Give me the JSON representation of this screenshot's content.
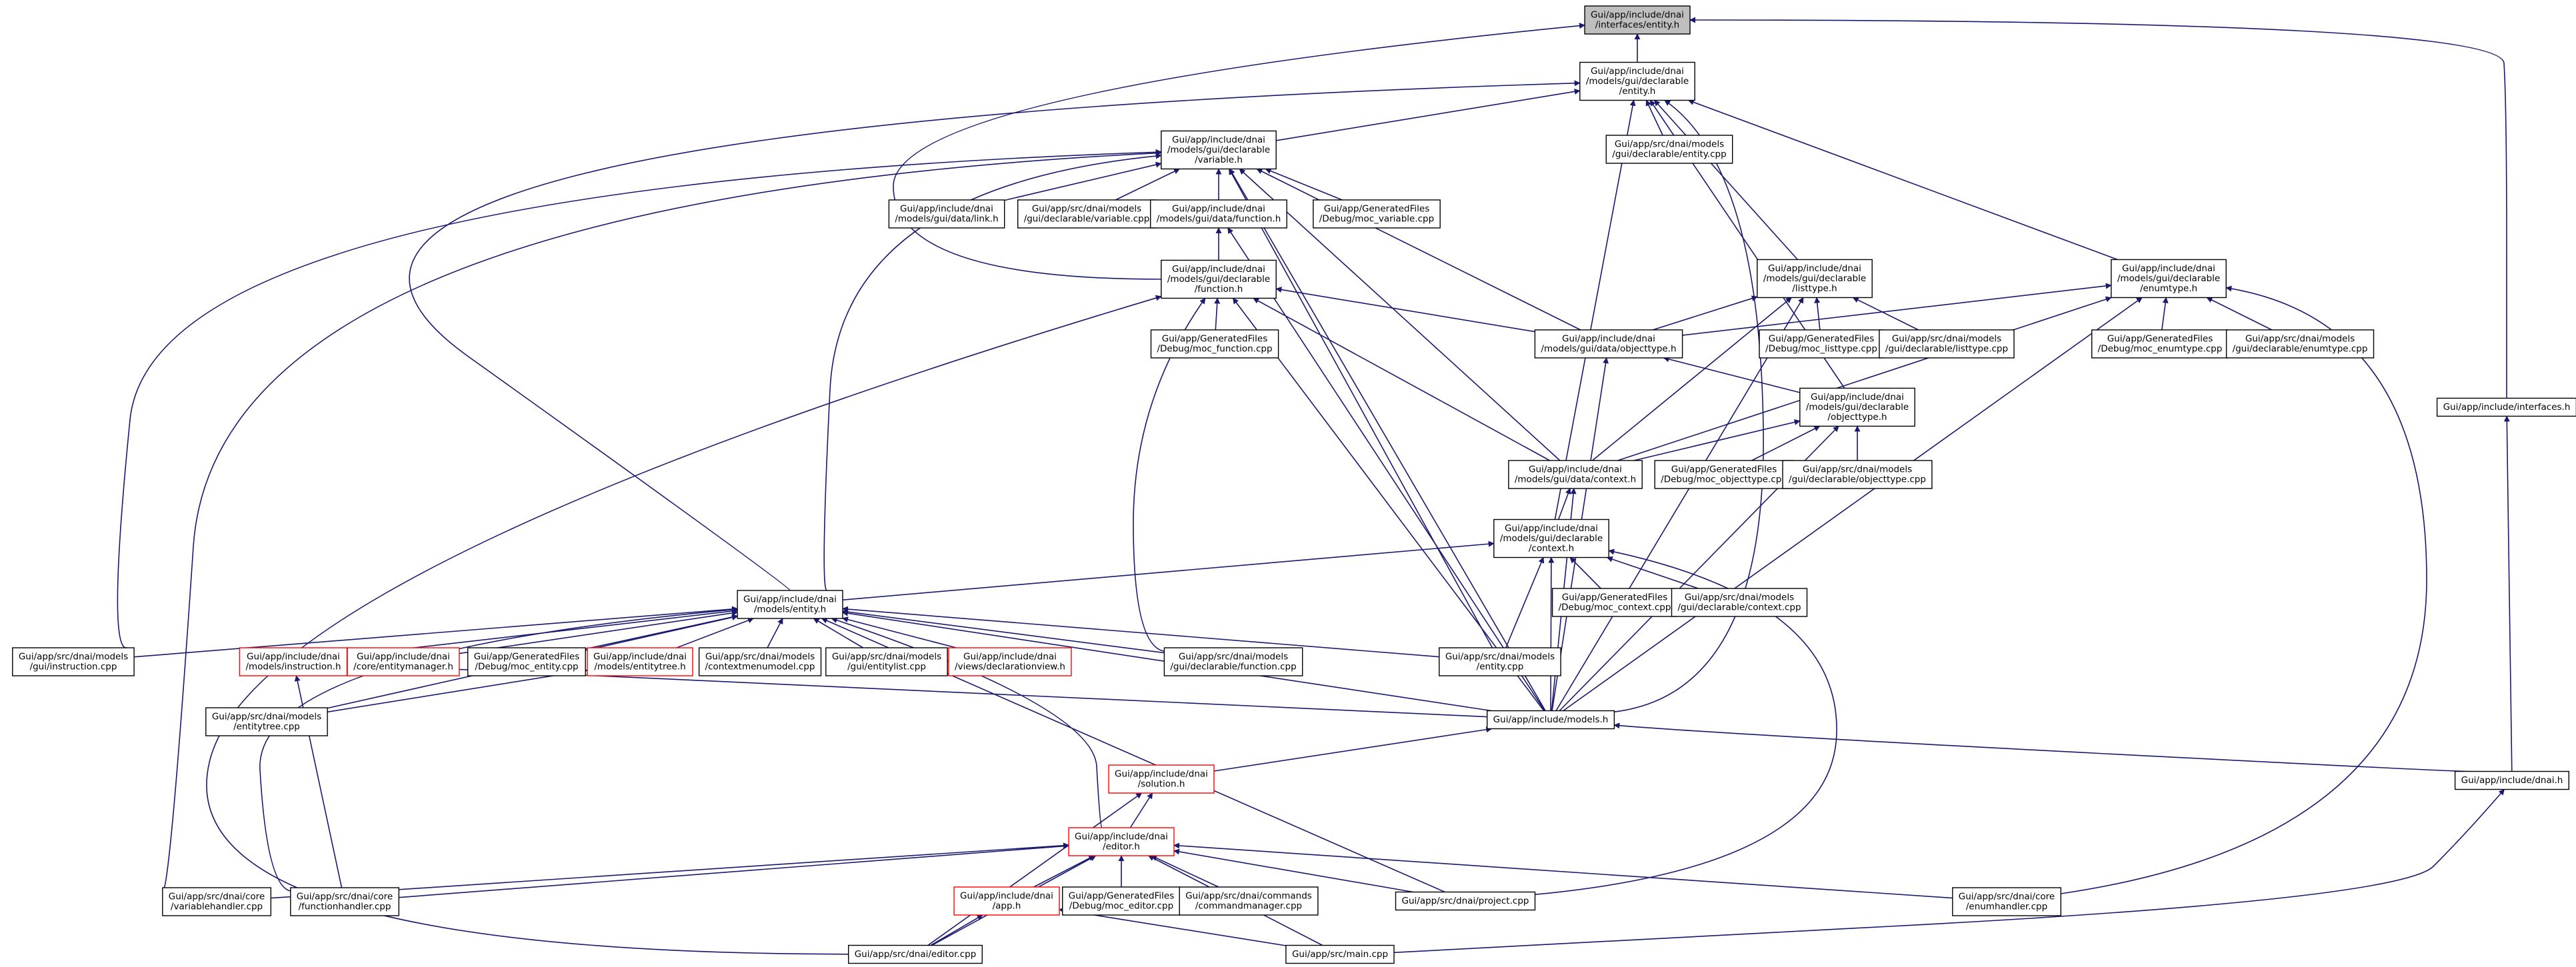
{
  "nodes": [
    {
      "id": "root",
      "lines": [
        "Gui/app/include/dnai",
        "/interfaces/entity.h"
      ],
      "style": "root"
    },
    {
      "id": "m_entity_h",
      "lines": [
        "Gui/app/include/dnai",
        "/models/gui/declarable",
        "/entity.h"
      ],
      "style": "normal"
    },
    {
      "id": "c_decl_entity",
      "lines": [
        "Gui/app/src/dnai/models",
        "/gui/declarable/entity.cpp"
      ],
      "style": "normal"
    },
    {
      "id": "variable_h",
      "lines": [
        "Gui/app/include/dnai",
        "/models/gui/declarable",
        "/variable.h"
      ],
      "style": "normal"
    },
    {
      "id": "link_h",
      "lines": [
        "Gui/app/include/dnai",
        "/models/gui/data/link.h"
      ],
      "style": "normal"
    },
    {
      "id": "variable_cpp",
      "lines": [
        "Gui/app/src/dnai/models",
        "/gui/declarable/variable.cpp"
      ],
      "style": "normal"
    },
    {
      "id": "data_function_h",
      "lines": [
        "Gui/app/include/dnai",
        "/models/gui/data/function.h"
      ],
      "style": "normal"
    },
    {
      "id": "moc_variable",
      "lines": [
        "Gui/app/GeneratedFiles",
        "/Debug/moc_variable.cpp"
      ],
      "style": "normal"
    },
    {
      "id": "function_h",
      "lines": [
        "Gui/app/include/dnai",
        "/models/gui/declarable",
        "/function.h"
      ],
      "style": "normal"
    },
    {
      "id": "moc_function",
      "lines": [
        "Gui/app/GeneratedFiles",
        "/Debug/moc_function.cpp"
      ],
      "style": "normal"
    },
    {
      "id": "listtype_h",
      "lines": [
        "Gui/app/include/dnai",
        "/models/gui/declarable",
        "/listtype.h"
      ],
      "style": "normal"
    },
    {
      "id": "enumtype_h",
      "lines": [
        "Gui/app/include/dnai",
        "/models/gui/declarable",
        "/enumtype.h"
      ],
      "style": "normal"
    },
    {
      "id": "objecttype_data_h",
      "lines": [
        "Gui/app/include/dnai",
        "/models/gui/data/objecttype.h"
      ],
      "style": "normal"
    },
    {
      "id": "moc_listtype",
      "lines": [
        "Gui/app/GeneratedFiles",
        "/Debug/moc_listtype.cpp"
      ],
      "style": "normal"
    },
    {
      "id": "listtype_cpp",
      "lines": [
        "Gui/app/src/dnai/models",
        "/gui/declarable/listtype.cpp"
      ],
      "style": "normal"
    },
    {
      "id": "moc_enumtype",
      "lines": [
        "Gui/app/GeneratedFiles",
        "/Debug/moc_enumtype.cpp"
      ],
      "style": "normal"
    },
    {
      "id": "enumtype_cpp",
      "lines": [
        "Gui/app/src/dnai/models",
        "/gui/declarable/enumtype.cpp"
      ],
      "style": "normal"
    },
    {
      "id": "interfaces_h",
      "lines": [
        "Gui/app/include/interfaces.h"
      ],
      "style": "normal"
    },
    {
      "id": "objecttype_decl_h",
      "lines": [
        "Gui/app/include/dnai",
        "/models/gui/declarable",
        "/objecttype.h"
      ],
      "style": "normal"
    },
    {
      "id": "data_context_h",
      "lines": [
        "Gui/app/include/dnai",
        "/models/gui/data/context.h"
      ],
      "style": "normal"
    },
    {
      "id": "moc_objecttype",
      "lines": [
        "Gui/app/GeneratedFiles",
        "/Debug/moc_objecttype.cpp"
      ],
      "style": "normal"
    },
    {
      "id": "objecttype_cpp",
      "lines": [
        "Gui/app/src/dnai/models",
        "/gui/declarable/objecttype.cpp"
      ],
      "style": "normal"
    },
    {
      "id": "context_h",
      "lines": [
        "Gui/app/include/dnai",
        "/models/gui/declarable",
        "/context.h"
      ],
      "style": "normal"
    },
    {
      "id": "moc_context",
      "lines": [
        "Gui/app/GeneratedFiles",
        "/Debug/moc_context.cpp"
      ],
      "style": "normal"
    },
    {
      "id": "context_cpp",
      "lines": [
        "Gui/app/src/dnai/models",
        "/gui/declarable/context.cpp"
      ],
      "style": "normal"
    },
    {
      "id": "models_entity_h",
      "lines": [
        "Gui/app/include/dnai",
        "/models/entity.h"
      ],
      "style": "normal"
    },
    {
      "id": "instruction_cpp",
      "lines": [
        "Gui/app/src/dnai/models",
        "/gui/instruction.cpp"
      ],
      "style": "normal"
    },
    {
      "id": "instruction_h",
      "lines": [
        "Gui/app/include/dnai",
        "/models/instruction.h"
      ],
      "style": "red"
    },
    {
      "id": "entitymanager_h",
      "lines": [
        "Gui/app/include/dnai",
        "/core/entitymanager.h"
      ],
      "style": "red"
    },
    {
      "id": "moc_entity",
      "lines": [
        "Gui/app/GeneratedFiles",
        "/Debug/moc_entity.cpp"
      ],
      "style": "normal"
    },
    {
      "id": "entitytree_h",
      "lines": [
        "Gui/app/include/dnai",
        "/models/entitytree.h"
      ],
      "style": "red"
    },
    {
      "id": "contextmenumodel",
      "lines": [
        "Gui/app/src/dnai/models",
        "/contextmenumodel.cpp"
      ],
      "style": "normal"
    },
    {
      "id": "entitylist_cpp",
      "lines": [
        "Gui/app/src/dnai/models",
        "/gui/entitylist.cpp"
      ],
      "style": "normal"
    },
    {
      "id": "declarationview_h",
      "lines": [
        "Gui/app/include/dnai",
        "/views/declarationview.h"
      ],
      "style": "red"
    },
    {
      "id": "decl_function_cpp",
      "lines": [
        "Gui/app/src/dnai/models",
        "/gui/declarable/function.cpp"
      ],
      "style": "normal"
    },
    {
      "id": "entity_cpp",
      "lines": [
        "Gui/app/src/dnai/models",
        "/entity.cpp"
      ],
      "style": "normal"
    },
    {
      "id": "entitytree_cpp",
      "lines": [
        "Gui/app/src/dnai/models",
        "/entitytree.cpp"
      ],
      "style": "normal"
    },
    {
      "id": "models_h",
      "lines": [
        "Gui/app/include/models.h"
      ],
      "style": "normal"
    },
    {
      "id": "solution_h",
      "lines": [
        "Gui/app/include/dnai",
        "/solution.h"
      ],
      "style": "red"
    },
    {
      "id": "dnai_h",
      "lines": [
        "Gui/app/include/dnai.h"
      ],
      "style": "normal"
    },
    {
      "id": "editor_h",
      "lines": [
        "Gui/app/include/dnai",
        "/editor.h"
      ],
      "style": "red"
    },
    {
      "id": "variablehandler",
      "lines": [
        "Gui/app/src/dnai/core",
        "/variablehandler.cpp"
      ],
      "style": "normal"
    },
    {
      "id": "functionhandler",
      "lines": [
        "Gui/app/src/dnai/core",
        "/functionhandler.cpp"
      ],
      "style": "normal"
    },
    {
      "id": "app_h",
      "lines": [
        "Gui/app/include/dnai",
        "/app.h"
      ],
      "style": "red"
    },
    {
      "id": "moc_editor",
      "lines": [
        "Gui/app/GeneratedFiles",
        "/Debug/moc_editor.cpp"
      ],
      "style": "normal"
    },
    {
      "id": "commandmanager",
      "lines": [
        "Gui/app/src/dnai/commands",
        "/commandmanager.cpp"
      ],
      "style": "normal"
    },
    {
      "id": "project_cpp",
      "lines": [
        "Gui/app/src/dnai/project.cpp"
      ],
      "style": "normal"
    },
    {
      "id": "enumhandler",
      "lines": [
        "Gui/app/src/dnai/core",
        "/enumhandler.cpp"
      ],
      "style": "normal"
    },
    {
      "id": "editor_cpp",
      "lines": [
        "Gui/app/src/dnai/editor.cpp"
      ],
      "style": "normal"
    },
    {
      "id": "main_cpp",
      "lines": [
        "Gui/app/src/main.cpp"
      ],
      "style": "normal"
    }
  ],
  "edges": [
    [
      "root",
      "m_entity_h"
    ],
    [
      "root",
      "interfaces_h"
    ],
    [
      "root",
      "function_h"
    ],
    [
      "m_entity_h",
      "c_decl_entity"
    ],
    [
      "m_entity_h",
      "variable_h"
    ],
    [
      "m_entity_h",
      "listtype_h"
    ],
    [
      "m_entity_h",
      "enumtype_h"
    ],
    [
      "m_entity_h",
      "objecttype_decl_h"
    ],
    [
      "m_entity_h",
      "context_h"
    ],
    [
      "m_entity_h",
      "models_entity_h"
    ],
    [
      "m_entity_h",
      "models_h"
    ],
    [
      "variable_h",
      "link_h"
    ],
    [
      "variable_h",
      "variable_cpp"
    ],
    [
      "variable_h",
      "data_function_h"
    ],
    [
      "variable_h",
      "moc_variable"
    ],
    [
      "variable_h",
      "objecttype_data_h"
    ],
    [
      "variable_h",
      "data_context_h"
    ],
    [
      "variable_h",
      "models_entity_h"
    ],
    [
      "variable_h",
      "instruction_cpp"
    ],
    [
      "variable_h",
      "variablehandler"
    ],
    [
      "variable_h",
      "entity_cpp"
    ],
    [
      "variable_h",
      "models_h"
    ],
    [
      "data_function_h",
      "function_h"
    ],
    [
      "data_function_h",
      "models_h"
    ],
    [
      "function_h",
      "moc_function"
    ],
    [
      "function_h",
      "objecttype_data_h"
    ],
    [
      "function_h",
      "data_context_h"
    ],
    [
      "function_h",
      "decl_function_cpp"
    ],
    [
      "function_h",
      "models_h"
    ],
    [
      "function_h",
      "editor_cpp"
    ],
    [
      "listtype_h",
      "objecttype_data_h"
    ],
    [
      "listtype_h",
      "moc_listtype"
    ],
    [
      "listtype_h",
      "listtype_cpp"
    ],
    [
      "listtype_h",
      "data_context_h"
    ],
    [
      "listtype_h",
      "models_h"
    ],
    [
      "enumtype_h",
      "objecttype_data_h"
    ],
    [
      "enumtype_h",
      "moc_enumtype"
    ],
    [
      "enumtype_h",
      "enumtype_cpp"
    ],
    [
      "enumtype_h",
      "data_context_h"
    ],
    [
      "enumtype_h",
      "models_h"
    ],
    [
      "enumtype_h",
      "enumhandler"
    ],
    [
      "objecttype_data_h",
      "objecttype_decl_h"
    ],
    [
      "objecttype_data_h",
      "models_h"
    ],
    [
      "objecttype_decl_h",
      "data_context_h"
    ],
    [
      "objecttype_decl_h",
      "moc_objecttype"
    ],
    [
      "objecttype_decl_h",
      "objecttype_cpp"
    ],
    [
      "objecttype_decl_h",
      "models_h"
    ],
    [
      "data_context_h",
      "context_h"
    ],
    [
      "data_context_h",
      "models_h"
    ],
    [
      "context_h",
      "moc_context"
    ],
    [
      "context_h",
      "context_cpp"
    ],
    [
      "context_h",
      "models_entity_h"
    ],
    [
      "context_h",
      "entity_cpp"
    ],
    [
      "context_h",
      "models_h"
    ],
    [
      "context_h",
      "project_cpp"
    ],
    [
      "models_entity_h",
      "instruction_cpp"
    ],
    [
      "models_entity_h",
      "instruction_h"
    ],
    [
      "models_entity_h",
      "entitymanager_h"
    ],
    [
      "models_entity_h",
      "moc_entity"
    ],
    [
      "models_entity_h",
      "entitytree_h"
    ],
    [
      "models_entity_h",
      "contextmenumodel"
    ],
    [
      "models_entity_h",
      "entitylist_cpp"
    ],
    [
      "models_entity_h",
      "declarationview_h"
    ],
    [
      "models_entity_h",
      "decl_function_cpp"
    ],
    [
      "models_entity_h",
      "entity_cpp"
    ],
    [
      "models_entity_h",
      "entitytree_cpp"
    ],
    [
      "models_entity_h",
      "models_h"
    ],
    [
      "models_entity_h",
      "functionhandler"
    ],
    [
      "models_entity_h",
      "project_cpp"
    ],
    [
      "models_entity_h",
      "editor_h"
    ],
    [
      "instruction_h",
      "functionhandler"
    ],
    [
      "instruction_h",
      "models_h"
    ],
    [
      "entitytree_h",
      "entitytree_cpp"
    ],
    [
      "models_h",
      "solution_h"
    ],
    [
      "models_h",
      "dnai_h"
    ],
    [
      "solution_h",
      "editor_h"
    ],
    [
      "solution_h",
      "editor_cpp"
    ],
    [
      "editor_h",
      "variablehandler"
    ],
    [
      "editor_h",
      "functionhandler"
    ],
    [
      "editor_h",
      "app_h"
    ],
    [
      "editor_h",
      "moc_editor"
    ],
    [
      "editor_h",
      "commandmanager"
    ],
    [
      "editor_h",
      "project_cpp"
    ],
    [
      "editor_h",
      "enumhandler"
    ],
    [
      "editor_h",
      "editor_cpp"
    ],
    [
      "editor_h",
      "main_cpp"
    ],
    [
      "app_h",
      "editor_cpp"
    ],
    [
      "app_h",
      "main_cpp"
    ],
    [
      "interfaces_h",
      "dnai_h"
    ],
    [
      "dnai_h",
      "main_cpp"
    ]
  ]
}
